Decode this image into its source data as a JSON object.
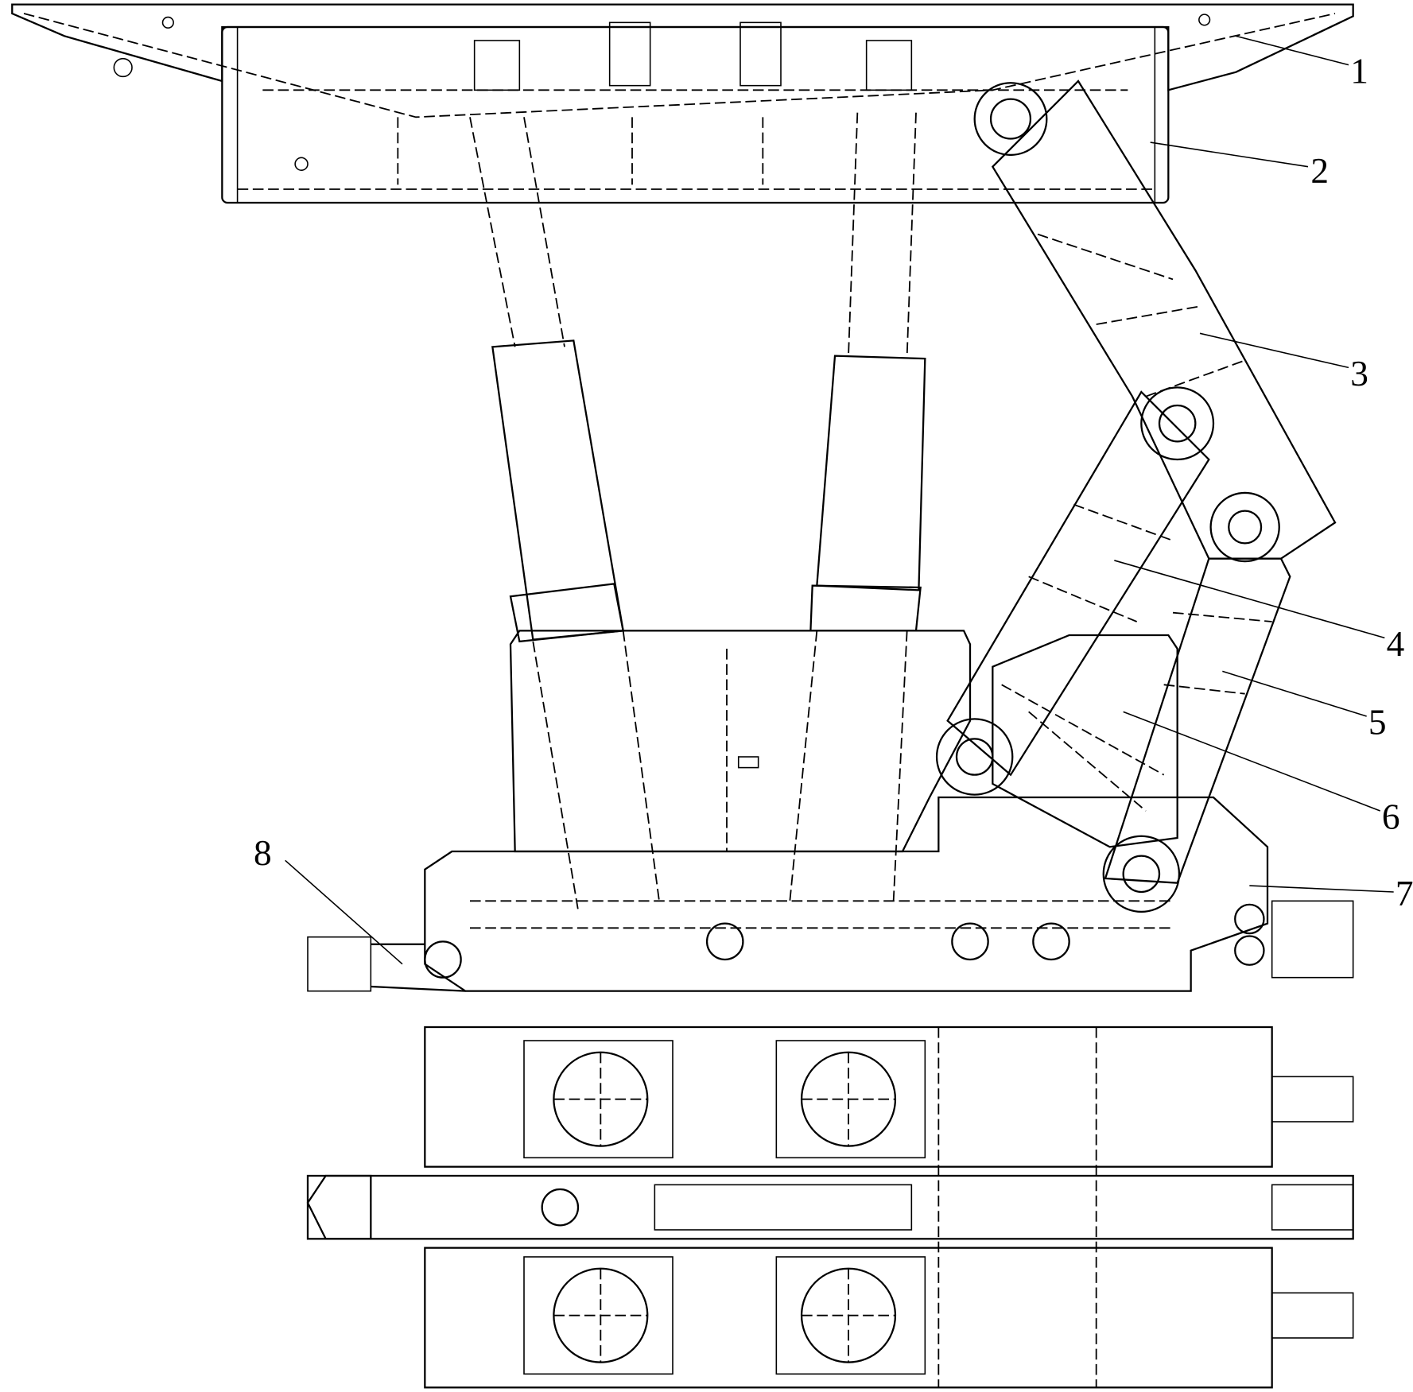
{
  "drawing": {
    "callouts": [
      {
        "id": "callout-1",
        "text": "1"
      },
      {
        "id": "callout-2",
        "text": "2"
      },
      {
        "id": "callout-3",
        "text": "3"
      },
      {
        "id": "callout-4",
        "text": "4"
      },
      {
        "id": "callout-5",
        "text": "5"
      },
      {
        "id": "callout-6",
        "text": "6"
      },
      {
        "id": "callout-7",
        "text": "7"
      },
      {
        "id": "callout-8",
        "text": "8"
      }
    ]
  }
}
